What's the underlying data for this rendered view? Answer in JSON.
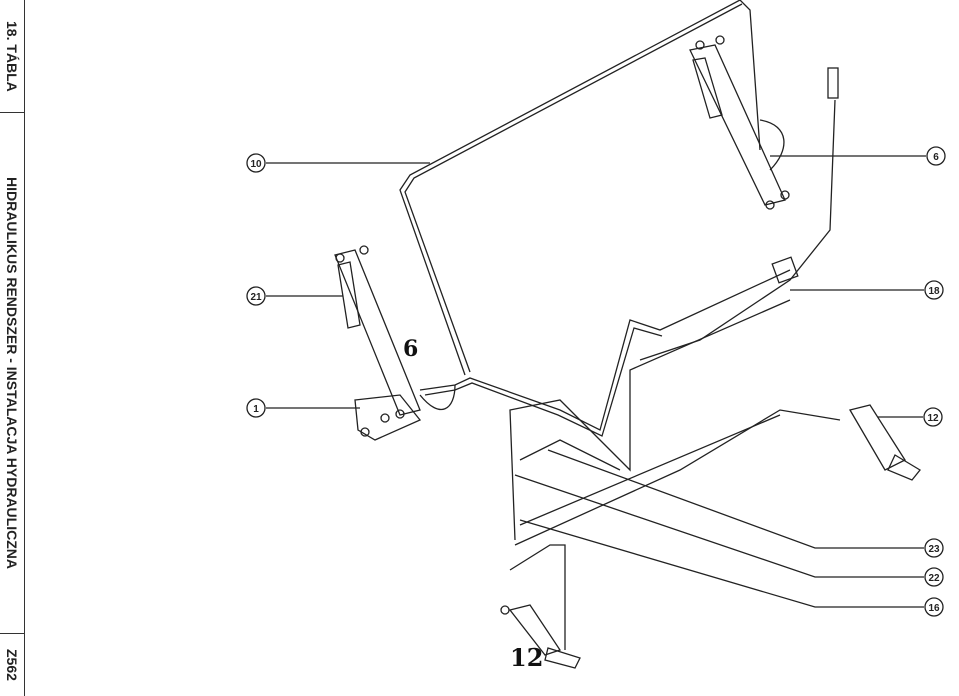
{
  "header": {
    "table_number": "18. TÁBLA",
    "title": "HIDRAULIKUS RENDSZER - INSTALACJA HYDRAULICZNA",
    "code": "Z562"
  },
  "callouts": [
    "10",
    "21",
    "1",
    "6",
    "18",
    "12",
    "23",
    "22",
    "16"
  ],
  "labels": {
    "big_6": "6",
    "big_12": "12"
  }
}
